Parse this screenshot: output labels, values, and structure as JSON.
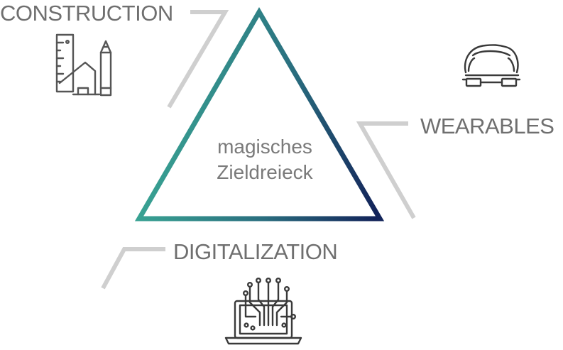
{
  "diagram": {
    "center": {
      "line1": "magisches",
      "line2": "Zieldreieck"
    },
    "corners": {
      "construction": "CONSTRUCTION",
      "wearables": "WEARABLES",
      "digitalization": "DIGITALIZATION"
    },
    "colors": {
      "gradient_start": "#3aa895",
      "gradient_mid": "#2a6f7f",
      "gradient_end": "#13245a",
      "label": "#6f6f6f",
      "connector": "#cfcfcf"
    },
    "icons": {
      "construction": "ruler-pencil-house-icon",
      "wearables": "smart-glasses-head-icon",
      "digitalization": "laptop-circuit-icon"
    }
  }
}
